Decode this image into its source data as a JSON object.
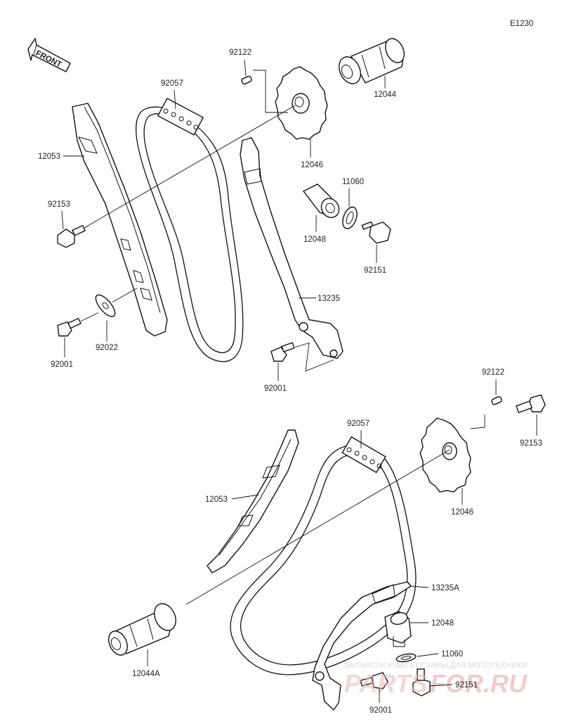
{
  "diagram_code": "E1230",
  "front_label": "FRONT",
  "watermark": {
    "tagline": "ЗАПЧАСТИ И АКСЕССУАРЫ ДЛЯ МОТОТЕХНИКИ",
    "brand_left": "PARTS",
    "brand_right": "FOR.RU"
  },
  "callouts": {
    "top": [
      "92122",
      "12044",
      "92057",
      "12053",
      "12046",
      "11060",
      "92153",
      "12048",
      "92151",
      "13235",
      "92022",
      "92001",
      "92001"
    ],
    "bottom": [
      "92122",
      "92057",
      "92153",
      "12053",
      "12046",
      "13235A",
      "12048",
      "11060",
      "12044A",
      "92151",
      "92001"
    ]
  }
}
